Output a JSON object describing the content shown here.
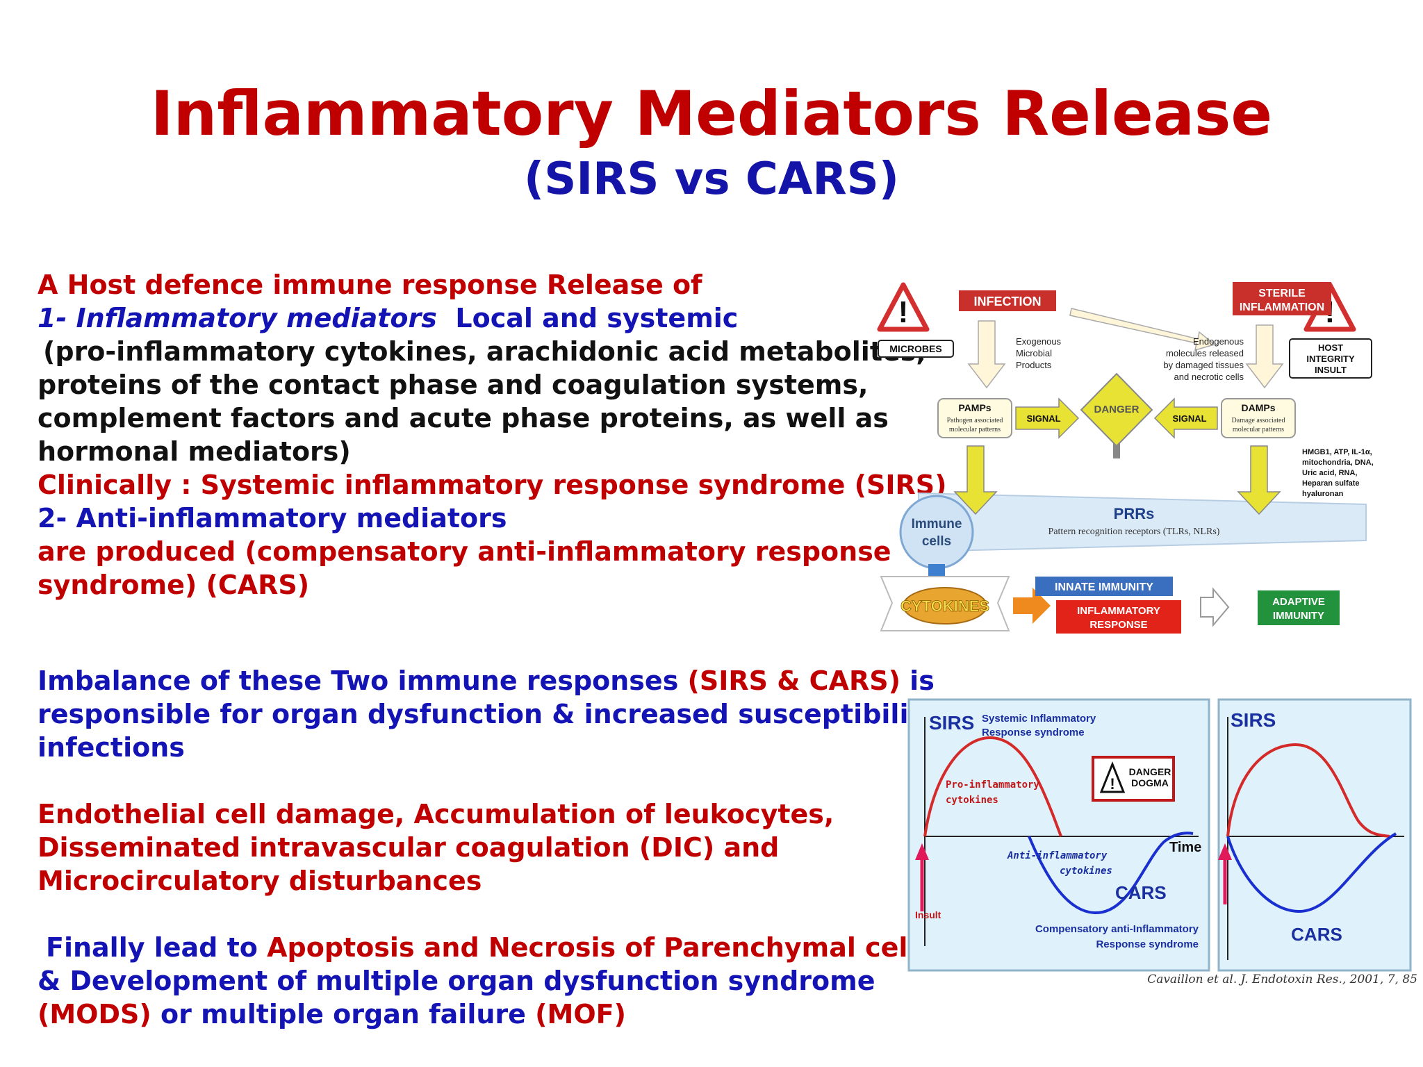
{
  "slide": {
    "title": "Inflammatory Mediators Release",
    "subtitle": "(SIRS vs CARS)"
  },
  "text": {
    "p1_l1": "A Host defence immune response Release of",
    "p1_l2a": "1- Inflammatory mediators",
    "p1_l2b": "Local and systemic",
    "p1_l3": "(pro-inflammatory cytokines, arachidonic acid metabolites,",
    "p1_l4": "proteins of the contact phase and coagulation systems,",
    "p1_l5": "complement factors and acute phase proteins, as well as",
    "p1_l6": "hormonal mediators)",
    "p1_l7": "Clinically : Systemic inflammatory response syndrome (SIRS)",
    "p1_l8": "2- Anti-inflammatory mediators",
    "p1_l9": "are produced (compensatory anti-inflammatory response",
    "p1_l10": "syndrome) (CARS)",
    "p2_l1a": "Imbalance of these Two immune responses ",
    "p2_l1b": "(SIRS & CARS)",
    "p2_l1c": " is",
    "p2_l2": "responsible for organ dysfunction & increased susceptibility to",
    "p2_l3": "infections",
    "p3_l1": "Endothelial cell damage, Accumulation of leukocytes,",
    "p3_l2": "Disseminated intravascular coagulation (DIC) and",
    "p3_l3": "Microcirculatory disturbances",
    "p4_l1a": "Finally lead to ",
    "p4_l1b": "Apoptosis and Necrosis of Parenchymal cells",
    "p4_l2": "& Development of multiple organ dysfunction syndrome",
    "p4_l3a": "(MODS)",
    "p4_l3b": " or multiple organ failure ",
    "p4_l3c": "(MOF)"
  },
  "diagram": {
    "infection": "INFECTION",
    "sterile_1": "STERILE",
    "sterile_2": "INFLAMMATION",
    "microbes": "MICROBES",
    "host_1": "HOST",
    "host_2": "INTEGRITY",
    "host_3": "INSULT",
    "exo_1": "Exogenous",
    "exo_2": "Microbial",
    "exo_3": "Products",
    "endo_1": "Endogenous",
    "endo_2": "molecules released",
    "endo_3": "by damaged tissues",
    "endo_4": "and necrotic cells",
    "pamps": "PAMPs",
    "pamps_d1": "Pathogen associated",
    "pamps_d2": "molecular patterns",
    "damps": "DAMPs",
    "damps_d1": "Damage associated",
    "damps_d2": "molecular patterns",
    "signal": "SIGNAL",
    "danger": "DANGER",
    "hmgb_1": "HMGB1, ATP, IL-1α,",
    "hmgb_2": "mitochondria, DNA,",
    "hmgb_3": "Uric acid, RNA,",
    "hmgb_4": "Heparan sulfate",
    "hmgb_5": "hyaluronan",
    "immune_1": "Immune",
    "immune_2": "cells",
    "prrs": "PRRs",
    "prrs_d": "Pattern recognition receptors (TLRs, NLRs)",
    "cytokines": "CYTOKINES",
    "innate": "INNATE IMMUNITY",
    "inflam_1": "INFLAMMATORY",
    "inflam_2": "RESPONSE",
    "adaptive_1": "ADAPTIVE",
    "adaptive_2": "IMMUNITY"
  },
  "curves": {
    "sirs": "SIRS",
    "sirs_d1": "Systemic Inflammatory",
    "sirs_d2": "Response syndrome",
    "danger_1": "DANGER",
    "danger_2": "DOGMA",
    "pro_1": "Pro-inflammatory",
    "pro_2": "cytokines",
    "anti_1": "Anti-inflammatory",
    "anti_2": "cytokines",
    "time": "Time",
    "cars": "CARS",
    "insult": "Insult",
    "cars_d1": "Compensatory anti-Inflammatory",
    "cars_d2": "Response syndrome",
    "sirs_b": "SIRS",
    "cars_b": "CARS",
    "citation": "Cavaillon et al. J. Endotoxin Res., 2001, 7, 85"
  },
  "colors": {
    "red": "#c00000",
    "blue": "#1414b4",
    "panel_bg": "#dff1fa",
    "label_red": "#c9302c",
    "label_green": "#23923d",
    "label_blue": "#3a6fc0",
    "yellow_arrow": "#e8e234"
  }
}
